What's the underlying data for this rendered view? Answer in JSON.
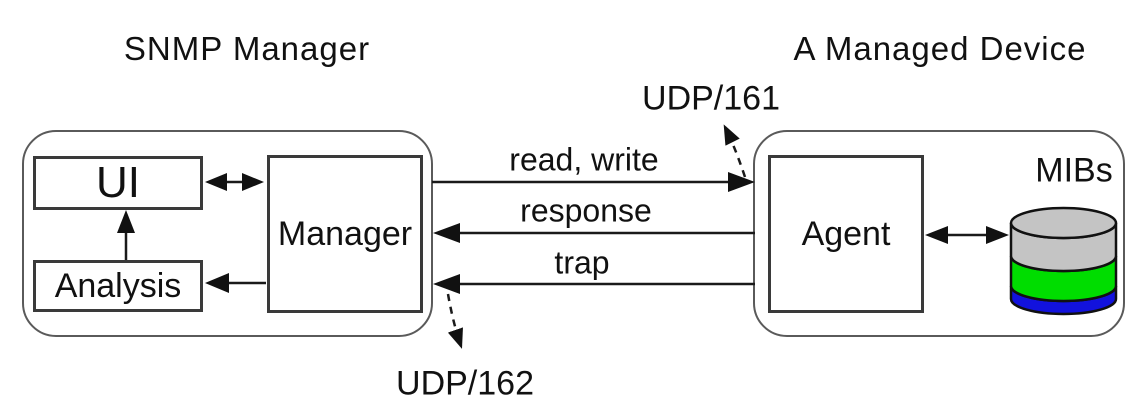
{
  "titles": {
    "snmp_manager": "SNMP Manager",
    "managed_device": "A Managed Device"
  },
  "boxes": {
    "ui": "UI",
    "analysis": "Analysis",
    "manager": "Manager",
    "agent": "Agent"
  },
  "labels": {
    "mibs": "MIBs"
  },
  "messages": {
    "read_write": "read, write",
    "response": "response",
    "trap": "trap"
  },
  "ports": {
    "udp161": "UDP/161",
    "udp162": "UDP/162"
  },
  "colors": {
    "background": "#ffffff",
    "line": "#1a1a1a",
    "arrowhead": "#111111",
    "box_border": "#3a3a3a",
    "container_border": "#5a5a5a",
    "cylinder_gray": "#c4c4c4",
    "cylinder_green": "#00dd00",
    "cylinder_blue": "#1212dd",
    "cylinder_outline": "#111111"
  }
}
